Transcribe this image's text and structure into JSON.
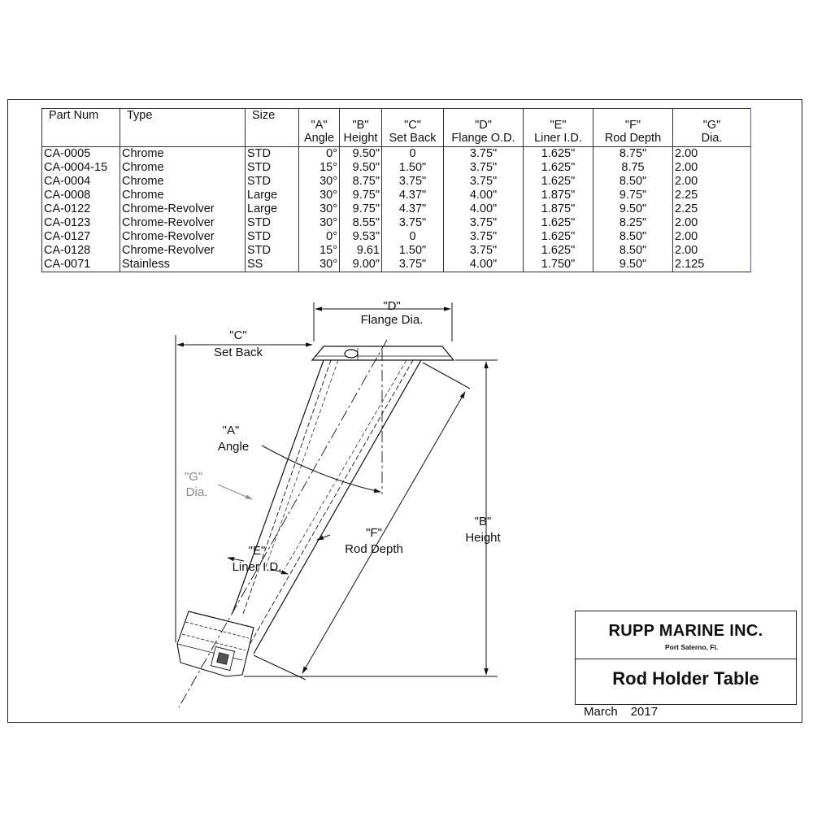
{
  "table": {
    "headers": [
      {
        "lines": [
          "Part Num"
        ]
      },
      {
        "lines": [
          "Type"
        ]
      },
      {
        "lines": [
          "Size"
        ]
      },
      {
        "lines": [
          "\"A\"",
          "Angle"
        ]
      },
      {
        "lines": [
          "\"B\"",
          "Height"
        ]
      },
      {
        "lines": [
          "\"C\"",
          "Set Back"
        ]
      },
      {
        "lines": [
          "\"D\"",
          "Flange O.D."
        ]
      },
      {
        "lines": [
          "\"E\"",
          "Liner I.D."
        ]
      },
      {
        "lines": [
          "\"F\"",
          "Rod Depth"
        ]
      },
      {
        "lines": [
          "\"G\"",
          "Dia."
        ]
      }
    ],
    "rows": [
      [
        "CA-0005",
        "Chrome",
        "STD",
        "0°",
        "9.50\"",
        "0",
        "3.75\"",
        "1.625\"",
        "8.75\"",
        "2.00"
      ],
      [
        "CA-0004-15",
        "Chrome",
        "STD",
        "15°",
        "9.50\"",
        "1.50\"",
        "3.75\"",
        "1.625\"",
        "8.75",
        "2.00"
      ],
      [
        "CA-0004",
        "Chrome",
        "STD",
        "30°",
        "8.75\"",
        "3.75\"",
        "3.75\"",
        "1.625\"",
        "8.50\"",
        "2.00"
      ],
      [
        "CA-0008",
        "Chrome",
        "Large",
        "30°",
        "9.75\"",
        "4.37\"",
        "4.00\"",
        "1.875\"",
        "9.75\"",
        "2.25"
      ],
      [
        "CA-0122",
        "Chrome-Revolver",
        "Large",
        "30°",
        "9.75\"",
        "4.37\"",
        "4.00\"",
        "1.875\"",
        "9.50\"",
        "2.25"
      ],
      [
        "CA-0123",
        "Chrome-Revolver",
        "STD",
        "30°",
        "8.55\"",
        "3.75\"",
        "3.75\"",
        "1.625\"",
        "8.25\"",
        "2.00"
      ],
      [
        "CA-0127",
        "Chrome-Revolver",
        "STD",
        "0°",
        "9.53\"",
        "0",
        "3.75\"",
        "1.625\"",
        "8.50\"",
        "2.00"
      ],
      [
        "CA-0128",
        "Chrome-Revolver",
        "STD",
        "15°",
        "9.61",
        "1.50\"",
        "3.75\"",
        "1.625\"",
        "8.50\"",
        "2.00"
      ],
      [
        "CA-0071",
        "Stainless",
        "SS",
        "30°",
        "9.00\"",
        "3.75\"",
        "4.00\"",
        "1.750\"",
        "9.50\"",
        "2.125"
      ]
    ]
  },
  "diagram": {
    "labels": {
      "d_code": "\"D\"",
      "d_name": "Flange Dia.",
      "c_code": "\"C\"",
      "c_name": "Set Back",
      "a_code": "\"A\"",
      "a_name": "Angle",
      "g_code": "\"G\"",
      "g_name": "Dia.",
      "e_code": "\"E\"",
      "e_name": "Liner I.D.",
      "f_code": "\"F\"",
      "f_name": "Rod Depth",
      "b_code": "\"B\"",
      "b_name": "Height"
    },
    "label_color_muted": "#8a8a8a"
  },
  "title_block": {
    "company": "RUPP MARINE INC.",
    "location": "Port Salerno, Fl.",
    "doc_title": "Rod Holder Table",
    "month": "March",
    "year": "2017"
  }
}
